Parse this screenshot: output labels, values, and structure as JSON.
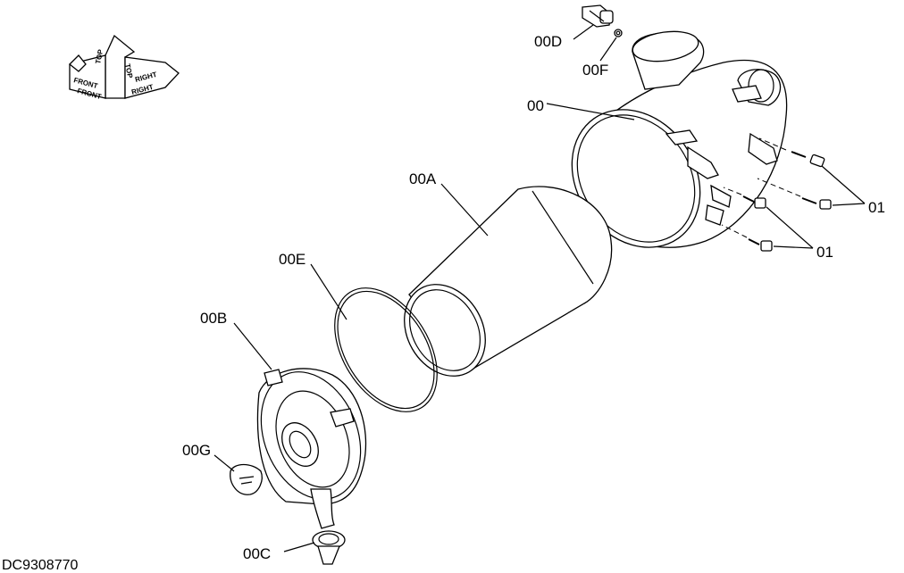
{
  "drawing_id": "DC9308770",
  "orientation": {
    "labels": [
      "TOP",
      "FRONT",
      "RIGHT",
      "FRONT",
      "RIGHT",
      "TOP"
    ]
  },
  "callouts": {
    "c00D": "00D",
    "c00F": "00F",
    "c00": "00",
    "c00A": "00A",
    "c01a": "01",
    "c01b": "01",
    "c00E": "00E",
    "c00B": "00B",
    "c00G": "00G",
    "c00C": "00C"
  }
}
